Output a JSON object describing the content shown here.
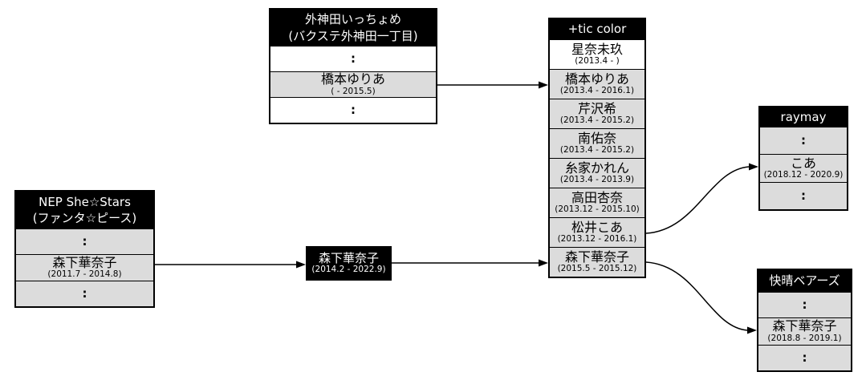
{
  "colors": {
    "header_bg": "#000000",
    "header_text": "#ffffff",
    "member_row_bg": "#dcdcdc",
    "current_member_row_bg": "#ffffff",
    "border": "#000000",
    "arrow": "#000000"
  },
  "groups": {
    "sotokanda": {
      "title_line1": "外神田いっちょめ",
      "title_line2": "(バクステ外神田一丁目)",
      "ellipsis": ":",
      "member": {
        "name": "橋本ゆりあ",
        "period": "( - 2015.5)"
      }
    },
    "tic_color": {
      "title": "+tic color",
      "members": [
        {
          "name": "星奈未玖",
          "period": "(2013.4 - )"
        },
        {
          "name": "橋本ゆりあ",
          "period": "(2013.4 - 2016.1)"
        },
        {
          "name": "芹沢希",
          "period": "(2013.4 - 2015.2)"
        },
        {
          "name": "南佑奈",
          "period": "(2013.4 - 2015.2)"
        },
        {
          "name": "糸家かれん",
          "period": "(2013.4 - 2013.9)"
        },
        {
          "name": "高田杏奈",
          "period": "(2013.12 - 2015.10)"
        },
        {
          "name": "松井こあ",
          "period": "(2013.12 - 2016.1)"
        },
        {
          "name": "森下華奈子",
          "period": "(2015.5 - 2015.12)"
        }
      ]
    },
    "nep": {
      "title_line1": "NEP She☆Stars",
      "title_line2": "(ファンタ☆ピース)",
      "ellipsis": ":",
      "member": {
        "name": "森下華奈子",
        "period": "(2011.7 - 2014.8)"
      }
    },
    "raymay": {
      "title": "raymay",
      "ellipsis": ":",
      "member": {
        "name": "こあ",
        "period": "(2018.12 - 2020.9)"
      }
    },
    "kaisei": {
      "title": "快晴ベアーズ",
      "ellipsis": ":",
      "member": {
        "name": "森下華奈子",
        "period": "(2018.8 - 2019.1)"
      }
    }
  },
  "solo": {
    "name": "森下華奈子",
    "period": "(2014.2 - 2022.9)"
  },
  "arrows": [
    {
      "from": "外神田いっちょめ:橋本ゆりあ",
      "to": "+tic color:橋本ゆりあ"
    },
    {
      "from": "NEP She☆Stars:森下華奈子",
      "to": "森下華奈子(ソロ)"
    },
    {
      "from": "森下華奈子(ソロ)",
      "to": "+tic color:森下華奈子"
    },
    {
      "from": "+tic color:松井こあ",
      "to": "raymay:こあ"
    },
    {
      "from": "+tic color:森下華奈子",
      "to": "快晴ベアーズ:森下華奈子"
    }
  ]
}
